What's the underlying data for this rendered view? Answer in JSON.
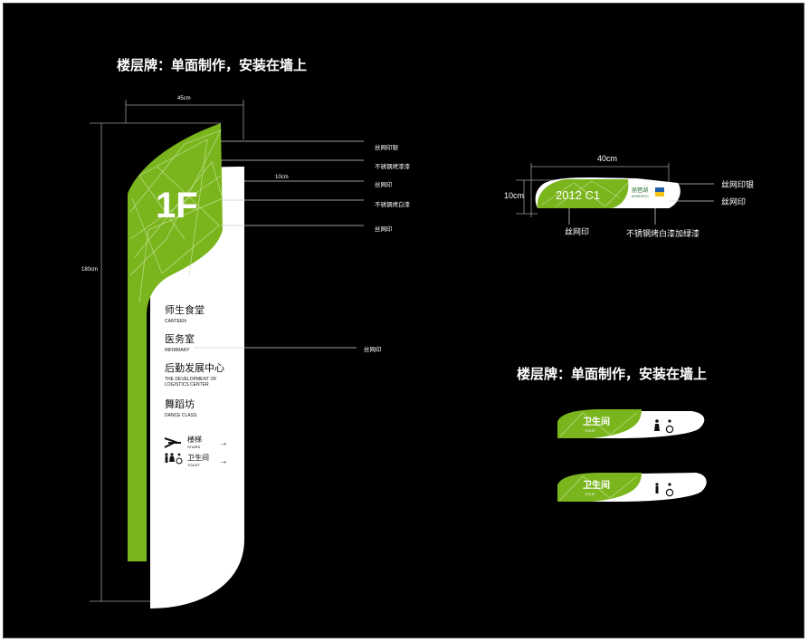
{
  "colors": {
    "green": "#7ab51d",
    "background": "#000000",
    "white": "#ffffff"
  },
  "main_sign": {
    "heading": "楼层牌：单面制作，安装在墙上",
    "floor": "1F",
    "dim_width": "45cm",
    "dim_height": "180cm",
    "dim_inner": "10cm",
    "callouts": [
      "丝网印银",
      "不锈钢烤漆漆",
      "丝网印",
      "不锈钢烤白漆",
      "丝网印",
      "丝网印"
    ],
    "directory": [
      {
        "cn": "师生食堂",
        "en": "CANTEEN"
      },
      {
        "cn": "医务室",
        "en": "INFIRMARY"
      },
      {
        "cn": "后勤发展中心",
        "en": "THE DEVELOPMENT OF",
        "en2": "LOGISTICS CENTER"
      },
      {
        "cn": "舞蹈坊",
        "en": "DANCE CLASS"
      }
    ],
    "directions": [
      {
        "cn": "楼梯",
        "en": "STAIRS",
        "arrow": "→"
      },
      {
        "cn": "卫生间",
        "en": "TOILET",
        "arrow": "→"
      }
    ]
  },
  "door_sign": {
    "room": "2012 C1",
    "dim_width": "40cm",
    "dim_height": "10cm",
    "logo_text": "琵琶湖",
    "logo_sub": "KINDERGO",
    "callout_top": "丝网印银",
    "callout_mid": "丝网印",
    "label_left": "丝网印",
    "label_right": "不锈钢烤白漆加绿漆"
  },
  "toilet_signs": {
    "heading": "楼层牌：单面制作，安装在墙上",
    "signs": [
      {
        "cn": "卫生间",
        "en": "TOILET"
      },
      {
        "cn": "卫生间",
        "en": "TOILET"
      }
    ]
  }
}
